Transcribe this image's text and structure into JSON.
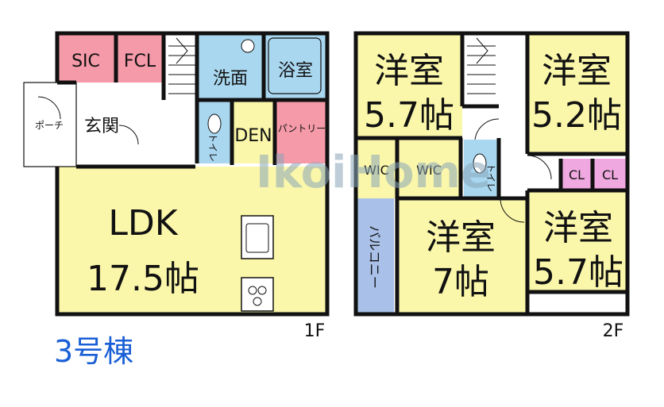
{
  "floor1": {
    "label": "1F",
    "rooms": {
      "sic": "SIC",
      "fcl": "FCL",
      "porch": "ポーチ",
      "entrance": "玄関",
      "washroom": "洗面",
      "bath": "浴室",
      "toilet": "トイレ",
      "den": "DEN",
      "pantry": "パントリー",
      "ldk": "LDK",
      "ldk_size": "17.5帖"
    }
  },
  "floor2": {
    "label": "2F",
    "rooms": {
      "western_nw": "洋室",
      "western_nw_size": "5.7帖",
      "western_ne": "洋室",
      "western_ne_size": "5.2帖",
      "wic_1": "WIC",
      "wic_2": "WIC",
      "toilet": "トイレ",
      "cl_1": "CL",
      "cl_2": "CL",
      "balcony": "バルコニー",
      "western_center": "洋室",
      "western_center_size": "7帖",
      "western_se": "洋室",
      "western_se_size": "5.7帖"
    }
  },
  "building_label": "3号棟",
  "watermark": "IkoiHome",
  "colors": {
    "wall": "#111111",
    "living": "#fbf7aa",
    "closet": "#f49aa8",
    "wet": "#a9d7f0",
    "balcony": "#a9c0e8",
    "hall": "#ffffff",
    "building_label": "#1a5fd6"
  }
}
